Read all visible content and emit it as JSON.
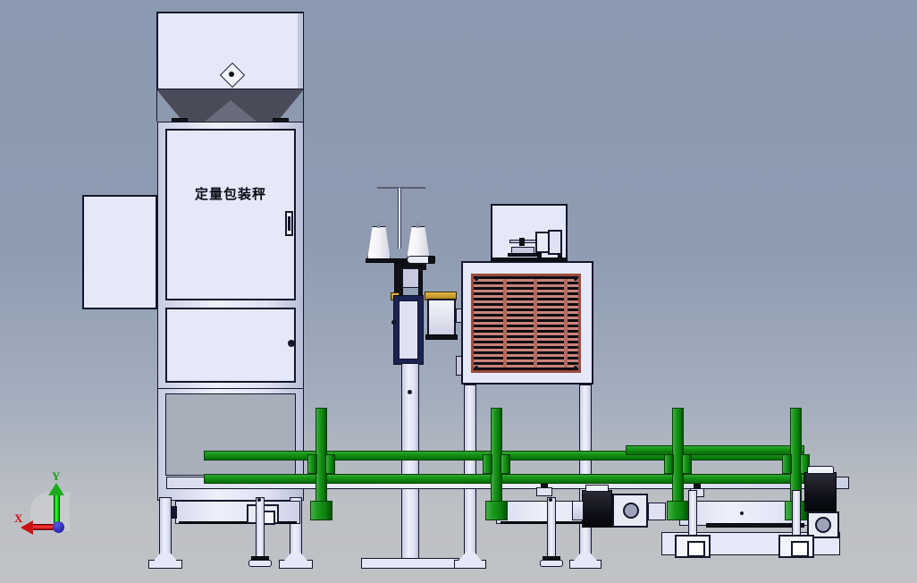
{
  "scene": {
    "title": "定量包装秤",
    "view": "front elevation CAD render",
    "background": {
      "top_color": "#8b99b0",
      "bottom_color": "#bcbfc4"
    }
  },
  "axis_gizmo": {
    "name": "orientation-triad",
    "x_label": "X",
    "y_label": "Y",
    "x_color": "#cc0000",
    "y_color": "#00a000",
    "origin_color": "#1b1bcc"
  },
  "machine": {
    "name_plate": "定量包装秤",
    "colors": {
      "sheet_metal": "#e4e8f8",
      "hopper_funnel": "#4a4b58",
      "guide_rail_green": "#18971a",
      "grille_brown": "#8d3d33",
      "motor_black": "#111218",
      "belt_gold": "#c89a2a"
    },
    "parts": [
      {
        "id": "feed-hopper",
        "label": "feed hopper"
      },
      {
        "id": "hopper-funnel",
        "label": "discharge funnel"
      },
      {
        "id": "hopper-diamond-marker",
        "label": "center marker"
      },
      {
        "id": "weigher-cabinet",
        "label": "weighing control cabinet"
      },
      {
        "id": "cabinet-name-plate",
        "label": "定量包装秤"
      },
      {
        "id": "cabinet-door-handle",
        "label": "door handle"
      },
      {
        "id": "cabinet-lower-door",
        "label": "lower access door"
      },
      {
        "id": "cabinet-door-knob",
        "label": "door knob"
      },
      {
        "id": "left-side-panel",
        "label": "left side panel"
      },
      {
        "id": "bag-sewing-machine",
        "label": "bag sewing machine head"
      },
      {
        "id": "thread-cone-left",
        "label": "thread cone"
      },
      {
        "id": "thread-cone-right",
        "label": "thread cone"
      },
      {
        "id": "thread-stand",
        "label": "thread stand mast"
      },
      {
        "id": "sewing-motor",
        "label": "sewing drive motor"
      },
      {
        "id": "sewing-column",
        "label": "sewing head column"
      },
      {
        "id": "sewing-base-foot",
        "label": "column base plate"
      },
      {
        "id": "folder-cabinet",
        "label": "bag folding / sealing cabinet"
      },
      {
        "id": "ventilation-grille",
        "label": "ventilation grille"
      },
      {
        "id": "cabinet-top-mechanism",
        "label": "top mechanism"
      },
      {
        "id": "conveyor-frame",
        "label": "belt conveyor frame"
      },
      {
        "id": "conveyor-belt",
        "label": "conveyor belt"
      },
      {
        "id": "guide-rail-upper",
        "label": "upper bag guide rail"
      },
      {
        "id": "guide-rail-lower",
        "label": "lower bag guide rail"
      },
      {
        "id": "guide-post",
        "label": "guide rail post"
      },
      {
        "id": "gear-motor-center",
        "label": "conveyor gear motor"
      },
      {
        "id": "gear-motor-right",
        "label": "conveyor gear motor"
      },
      {
        "id": "leveling-foot",
        "label": "leveling foot"
      },
      {
        "id": "support-leg",
        "label": "support leg"
      }
    ]
  }
}
